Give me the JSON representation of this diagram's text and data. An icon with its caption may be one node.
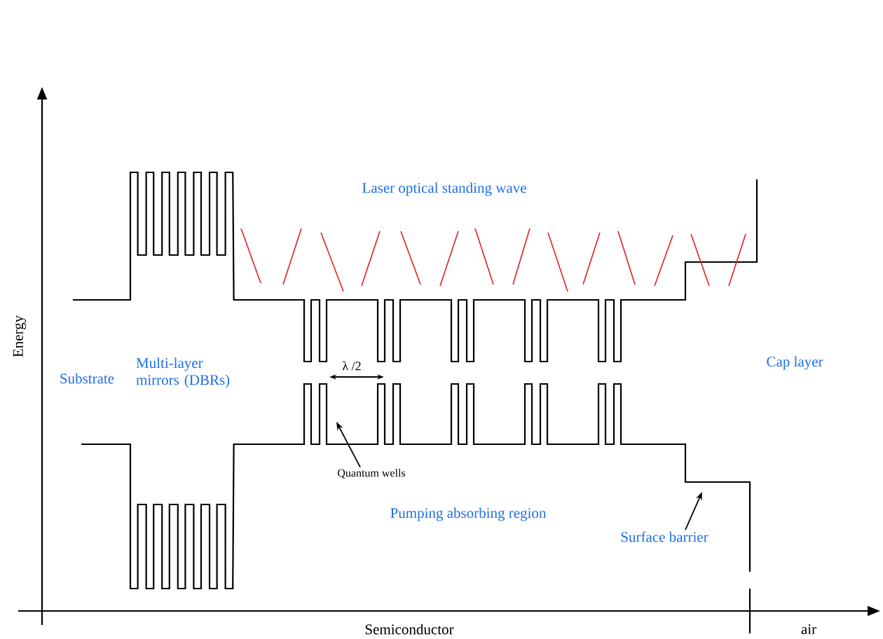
{
  "diagram": {
    "nodes": [
      {
        "text": [
          "Quantum wells"
        ]
      },
      {
        "text": [
          "Surface barrier"
        ]
      }
    ],
    "edges": [
      {
        "from": 0,
        "to": null,
        "arrow": "to"
      },
      {
        "from": 1,
        "to": null,
        "arrow": "to"
      }
    ],
    "labels": [
      "Laser optical standing wave",
      "Energy",
      "Substrate",
      "Multi-layer mirrors (DBRs)",
      "λ /2",
      "Cap layer",
      "Pumping absorbing region",
      "Semiconductor",
      "air"
    ]
  }
}
